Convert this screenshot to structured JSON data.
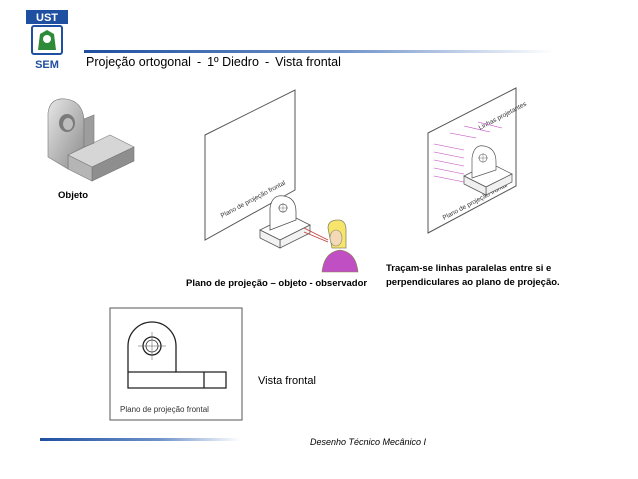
{
  "logo": {
    "top_text": "UST",
    "bottom_text": "SEM"
  },
  "header": {
    "part1": "Projeção ortogonal",
    "sep": "-",
    "part2": "1º Diedro",
    "part3": "Vista frontal"
  },
  "captions": {
    "objeto": "Objeto",
    "plano_objeto_observador": "Plano de projeção – objeto - observador",
    "tracam_line1": "Traçam-se linhas paralelas entre si e",
    "tracam_line2": "perpendiculares ao plano de projeção.",
    "vista_frontal": "Vista frontal"
  },
  "figures": {
    "plane_label_1": "Plano de projeção frontal",
    "plane_label_2": "Plano de projeção frontal",
    "projection_lines_label": "Linhas projetantes",
    "frontal_view_plane_label": "Plano de projeção frontal"
  },
  "footer": {
    "text": "Desenho Técnico Mecânico I"
  },
  "colors": {
    "accent_blue": "#1f4fa0",
    "projection_magenta": "#c040c0",
    "object_gray": "#9a9a9a"
  }
}
